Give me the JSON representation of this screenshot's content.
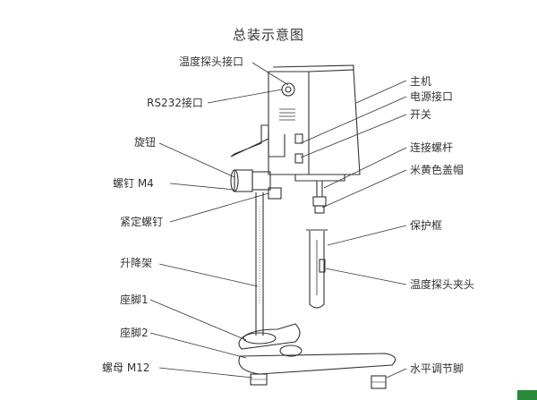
{
  "title": "总装示意图",
  "labels": {
    "temp_probe_port": "温度探头接口",
    "rs232_port": "RS232接口",
    "knob": "旋钮",
    "screw_m4": "螺钉 M4",
    "set_screw": "紧定螺钉",
    "lift_rod": "升降架",
    "base_foot1": "座脚1",
    "base_foot2": "座脚2",
    "nut_m12": "螺母 M12",
    "main_unit": "主机",
    "power_port": "电源接口",
    "switch": "开关",
    "connecting_rod": "连接螺杆",
    "rice_cap": "米黄色盖帽",
    "guard_frame": "保护框",
    "temp_probe_clip": "温度探头夹头",
    "leveling_foot": "水平调节脚"
  },
  "colors": {
    "ink": "#333333",
    "paper": "#ffffff",
    "accent": "#2a8a3a"
  }
}
